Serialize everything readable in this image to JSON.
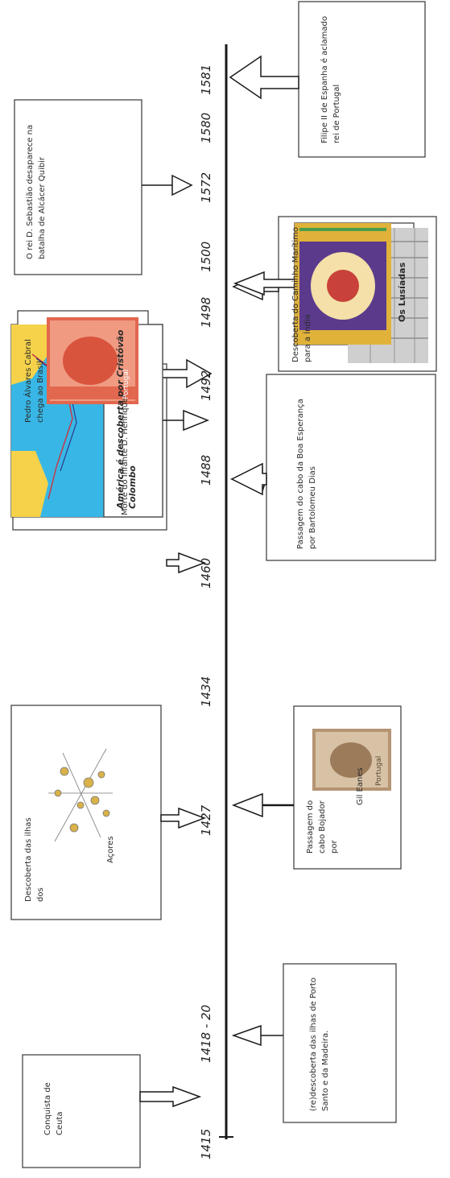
{
  "timeline": {
    "years": [
      "1415",
      "1418 - 20",
      "1427",
      "1434",
      "1460",
      "1488",
      "1492",
      "1498",
      "1500",
      "1572",
      "1580",
      "1581"
    ]
  },
  "events": {
    "ceuta": "Conquista de Ceuta",
    "porto_santo": "(re)descoberta das ilhas de Porto Santo e da Madeira.",
    "acores_top": "Descoberta das ilhas dos",
    "acores_word": "Açores",
    "bojador_a": "Passagem do cabo Bojador por",
    "bojador_b": "Gil Eanes",
    "henrique": "Morte do Infante  D. Henrique",
    "dias": "Passagem do cabo da Boa Esperança por Bartolomeu Dias",
    "america": "América é descoberta por Cristóvão Colombo",
    "india": "Descoberta do Caminho Marítimo para a Índia",
    "cabral": "Pedro Álvares Cabral chega ao Brasil",
    "lusiadas": "Os Lusíadas",
    "sebastiao": "O rei D. Sebastião desaparece na batalha de Alcácer Quibir",
    "filipe": "Filipe II de Espanha é aclamado rei de Portugal"
  },
  "stamps": {
    "label": "Portugal"
  },
  "colors": {
    "line": "#1a1a1a",
    "box_border": "#444444",
    "map_sea": "#38b7e6",
    "map_land": "#f5d24a",
    "stamp_red": "#e2674f",
    "stamp_brown": "#b59473",
    "lusiadas_purple": "#5b3a8c",
    "lusiadas_gold": "#e0b23a"
  },
  "icons": [
    "azores-map-icon",
    "henrique-portrait-icon",
    "america-map-icon",
    "cabral-stamp-icon",
    "gil-eanes-stamp-icon",
    "india-engraving-icon",
    "lusiadas-cover-icon"
  ]
}
